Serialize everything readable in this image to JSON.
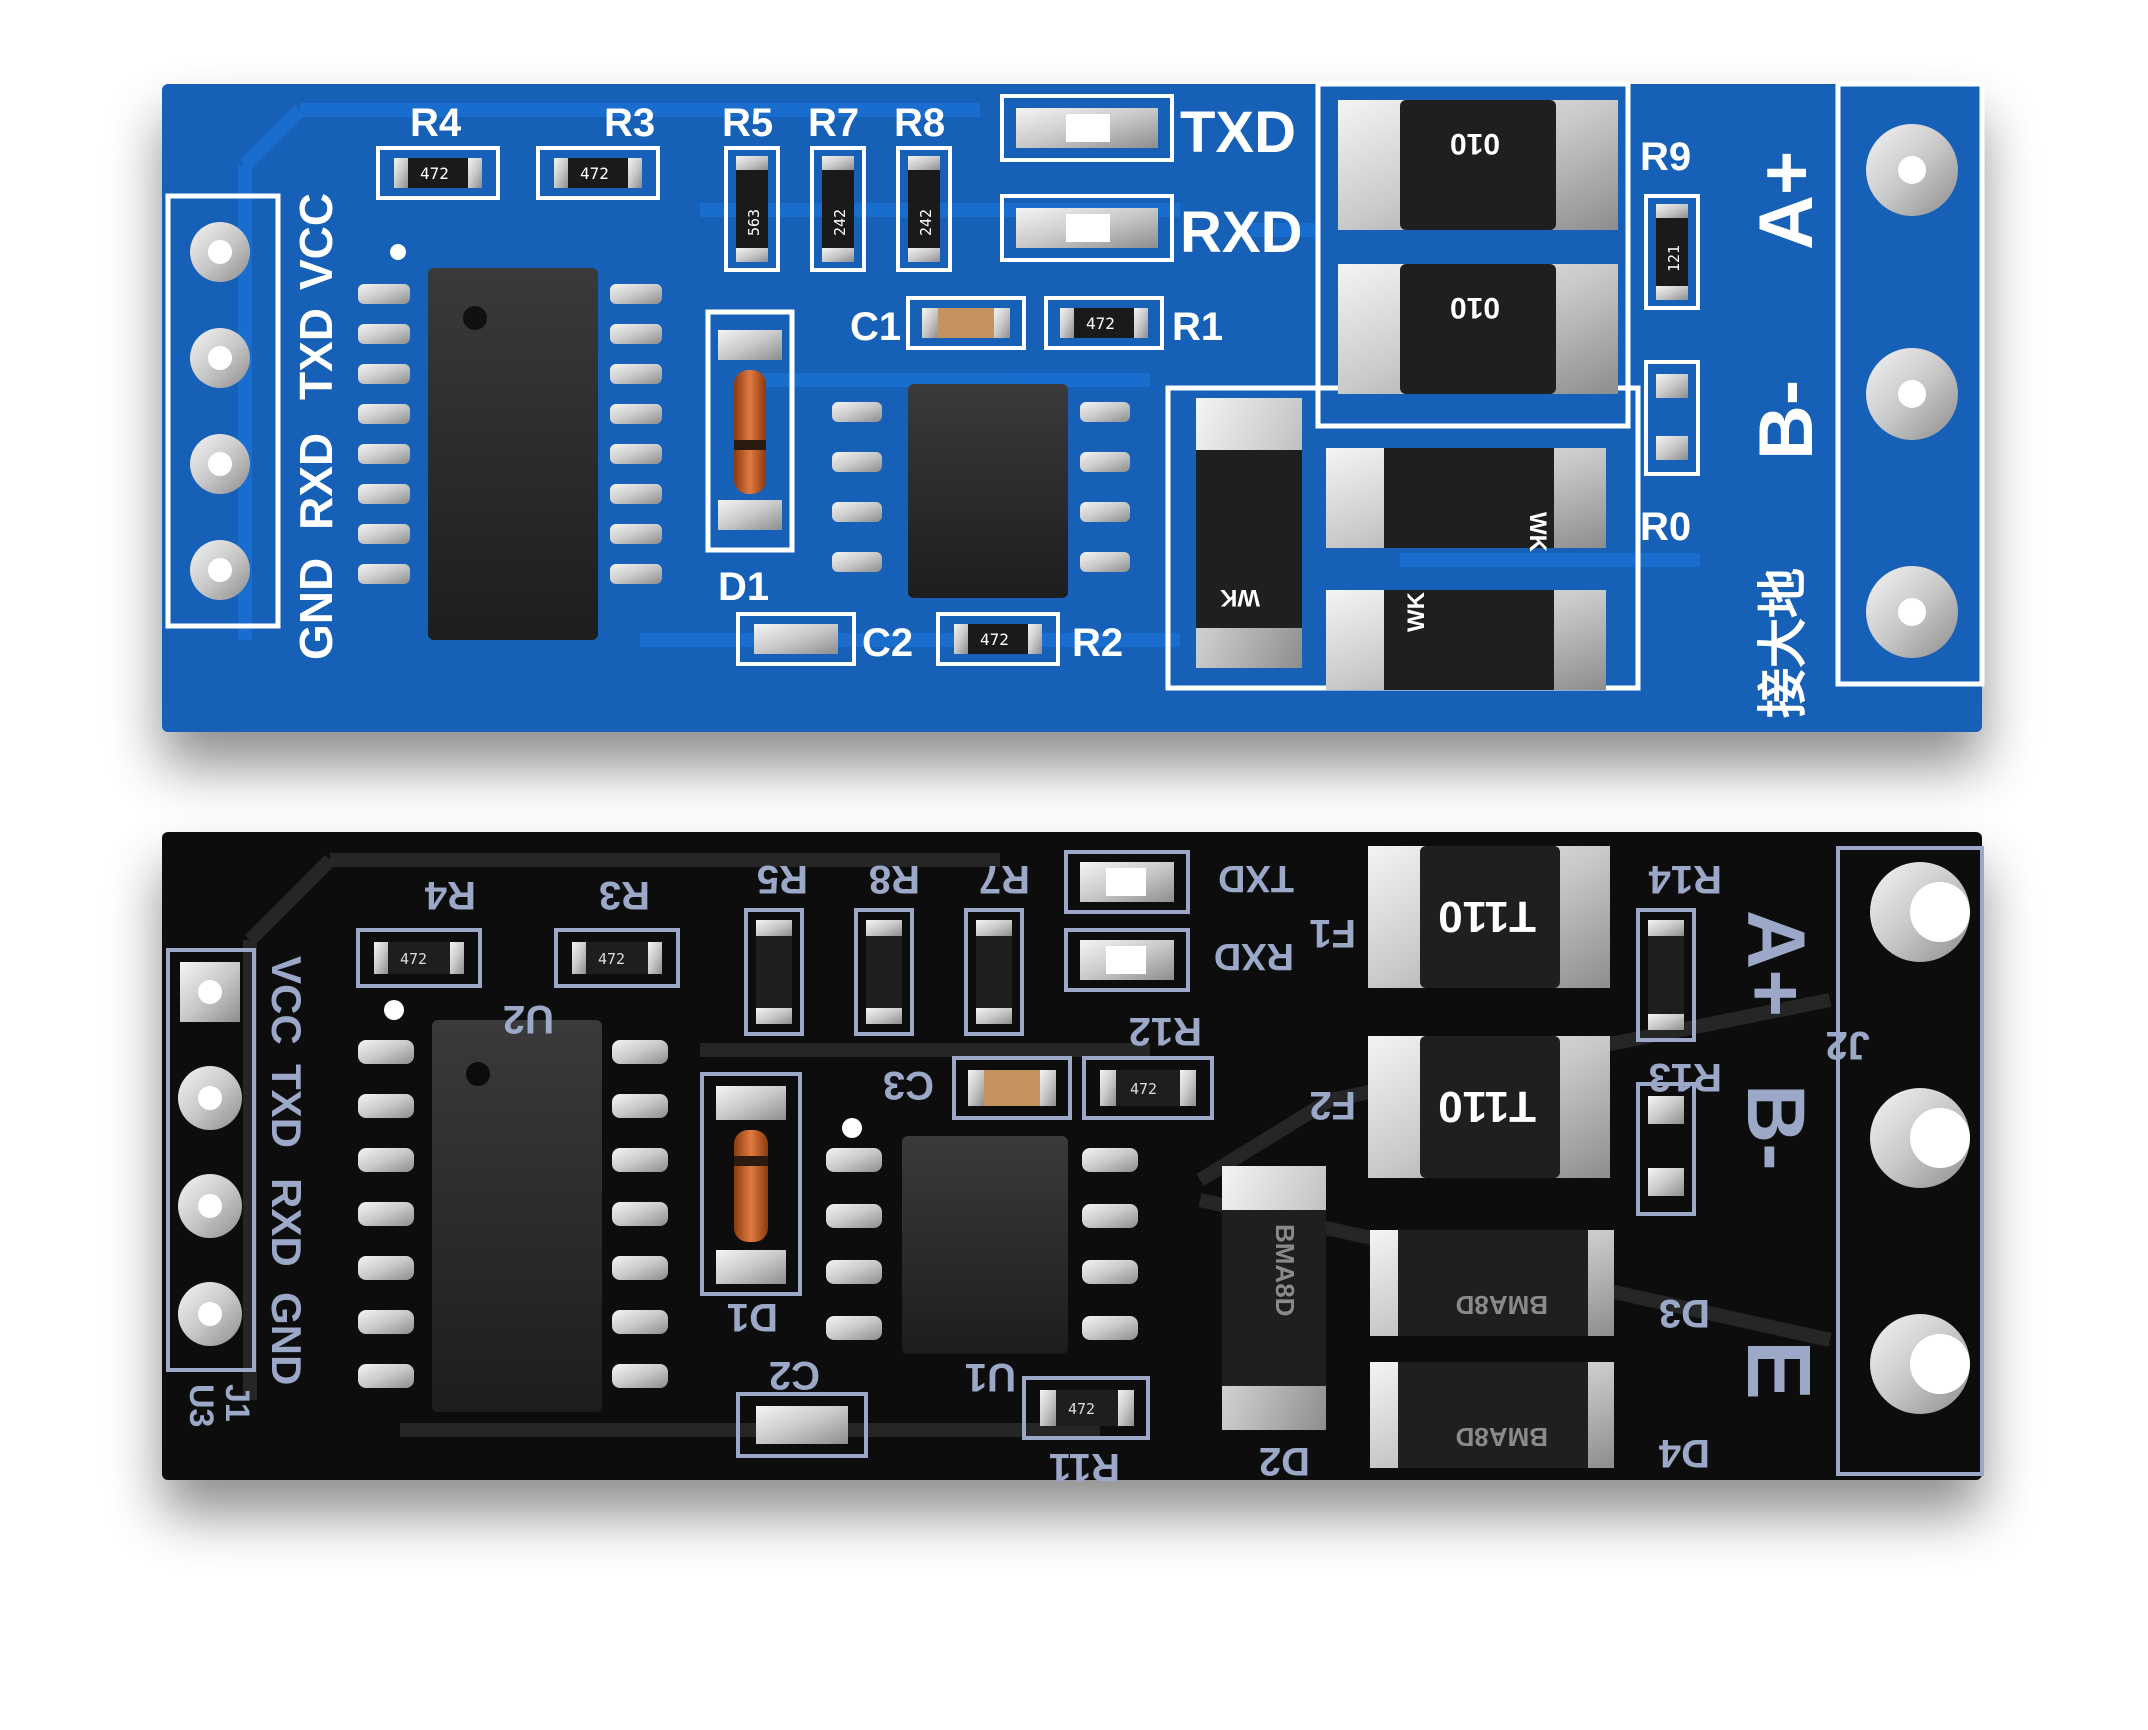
{
  "blue_board": {
    "color": "#1560b8",
    "header_pins": [
      "VCC",
      "TXD",
      "RXD",
      "GND"
    ],
    "resistor_labels": [
      "R4",
      "R3",
      "R5",
      "R7",
      "R8",
      "R9",
      "R1",
      "R2",
      "R0"
    ],
    "resistor_codes": {
      "r4": "472",
      "r3": "472",
      "r5": "563",
      "r7": "242",
      "r8": "242",
      "r9": "121",
      "r1": "472",
      "r2": "472"
    },
    "capacitor_labels": [
      "C1",
      "C2"
    ],
    "diode_label": "D1",
    "led_labels": [
      "TXD",
      "RXD"
    ],
    "fuse_marking": "010",
    "tvs_marking": "WK",
    "terminal_labels": [
      "A+",
      "B-",
      "接大地"
    ]
  },
  "black_board": {
    "color": "#111111",
    "header_pins": [
      "VCC",
      "TXD",
      "RXD",
      "GND"
    ],
    "header_refs": [
      "J1",
      "U3"
    ],
    "ic_labels": [
      "U2",
      "U1"
    ],
    "resistor_labels": [
      "R4",
      "R3",
      "R5",
      "R8",
      "R7",
      "R12",
      "R11",
      "R14",
      "R13"
    ],
    "resistor_code": "472",
    "capacitor_labels": [
      "C3",
      "C2"
    ],
    "diode_labels": [
      "D1",
      "D2",
      "D3",
      "D4"
    ],
    "led_labels": [
      "TXD",
      "RXD"
    ],
    "fuse_labels": [
      "F1",
      "F2"
    ],
    "fuse_marking": "T110",
    "tvs_marking": "BMA8D",
    "terminal_ref": "J2",
    "terminal_labels": [
      "A+",
      "B-",
      "E"
    ]
  }
}
